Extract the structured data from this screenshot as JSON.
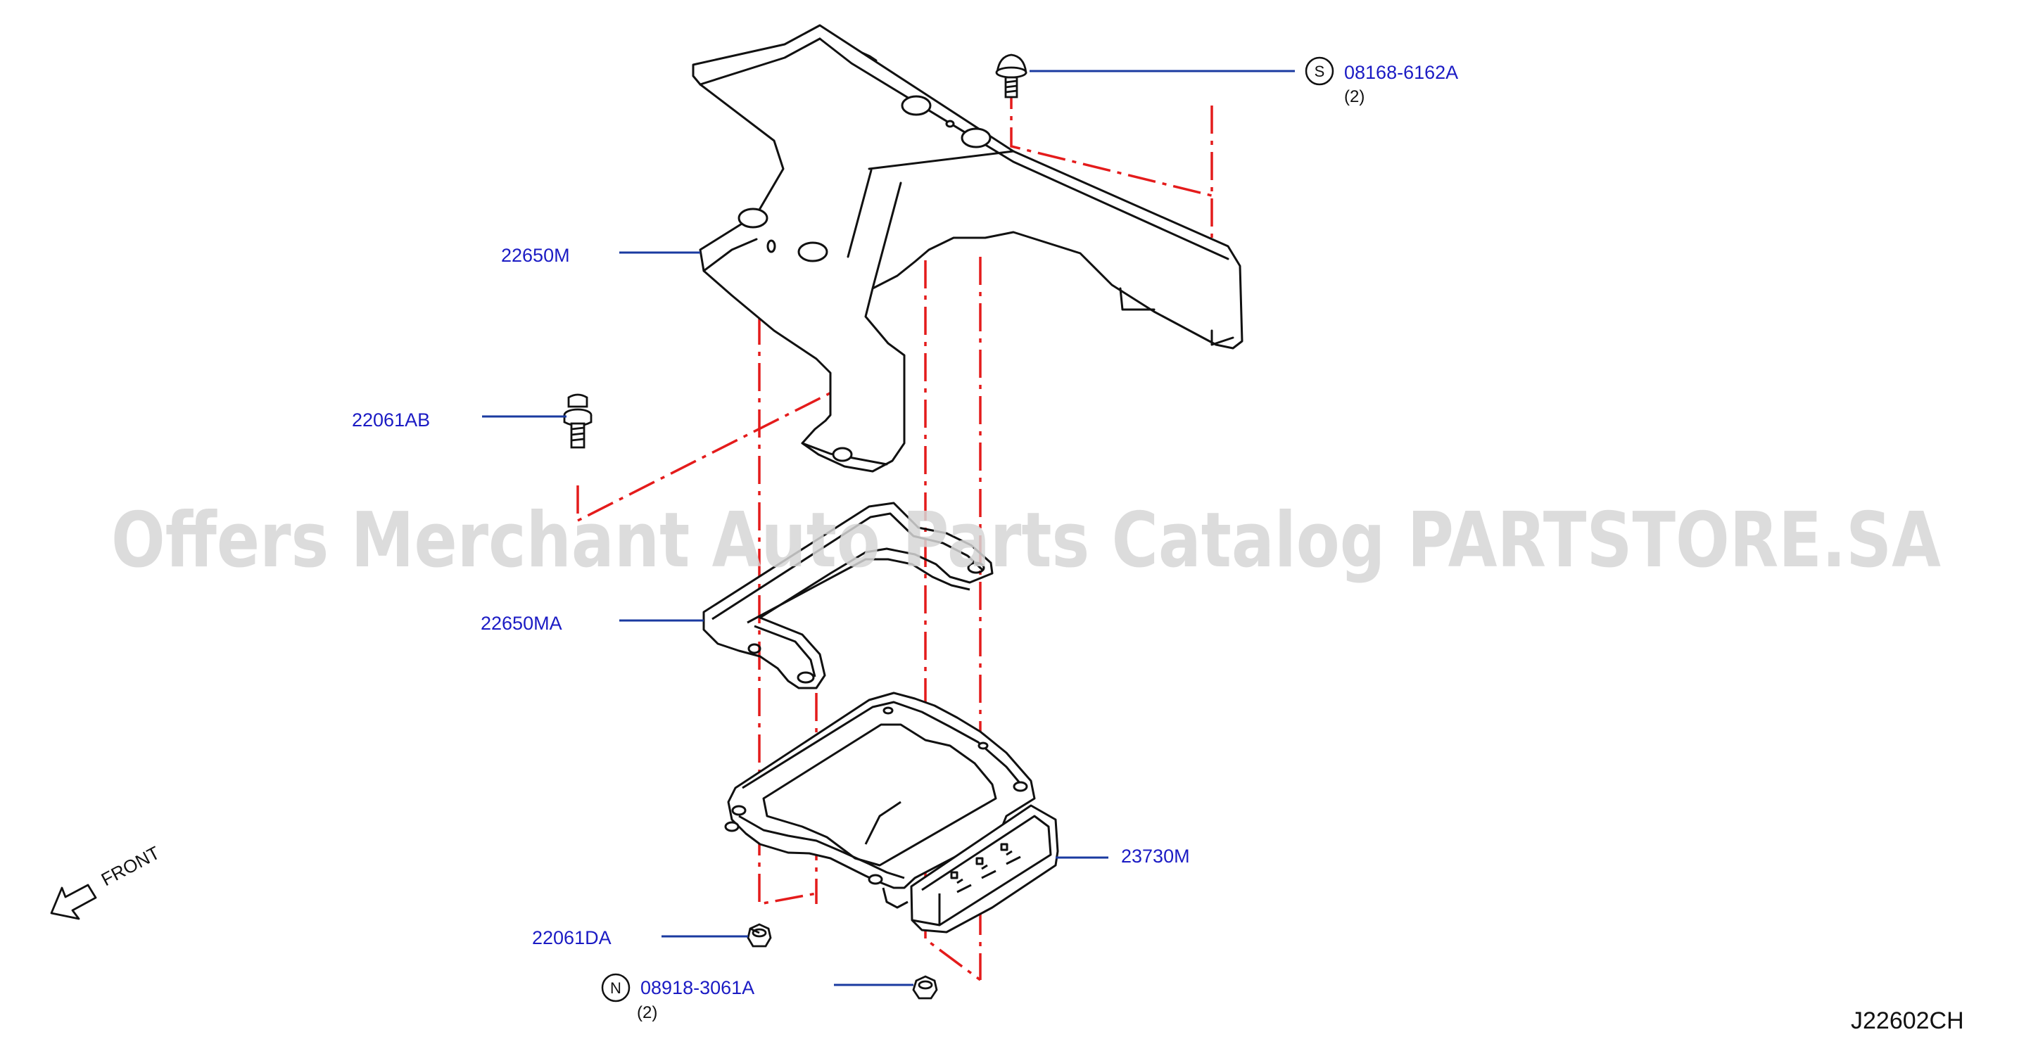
{
  "watermark": "Offers Merchant Auto Parts Catalog PARTSTORE.SA",
  "diagram_code": "J22602CH",
  "front_label": "FRONT",
  "colors": {
    "line": "#111111",
    "centerline": "#e41b1b",
    "leader": "#1a3aa0",
    "label": "#1b1bc4",
    "watermark": "#d9d9d9"
  },
  "parts": [
    {
      "id": "22650M",
      "label": "22650M"
    },
    {
      "id": "22061AB",
      "label": "22061AB"
    },
    {
      "id": "22650MA",
      "label": "22650MA"
    },
    {
      "id": "23730M",
      "label": "23730M"
    },
    {
      "id": "22061DA",
      "label": "22061DA"
    },
    {
      "id": "08168-6162A",
      "label": "08168-6162A",
      "symbol": "S",
      "qty": "(2)"
    },
    {
      "id": "08918-3061A",
      "label": "08918-3061A",
      "symbol": "N",
      "qty": "(2)"
    }
  ]
}
